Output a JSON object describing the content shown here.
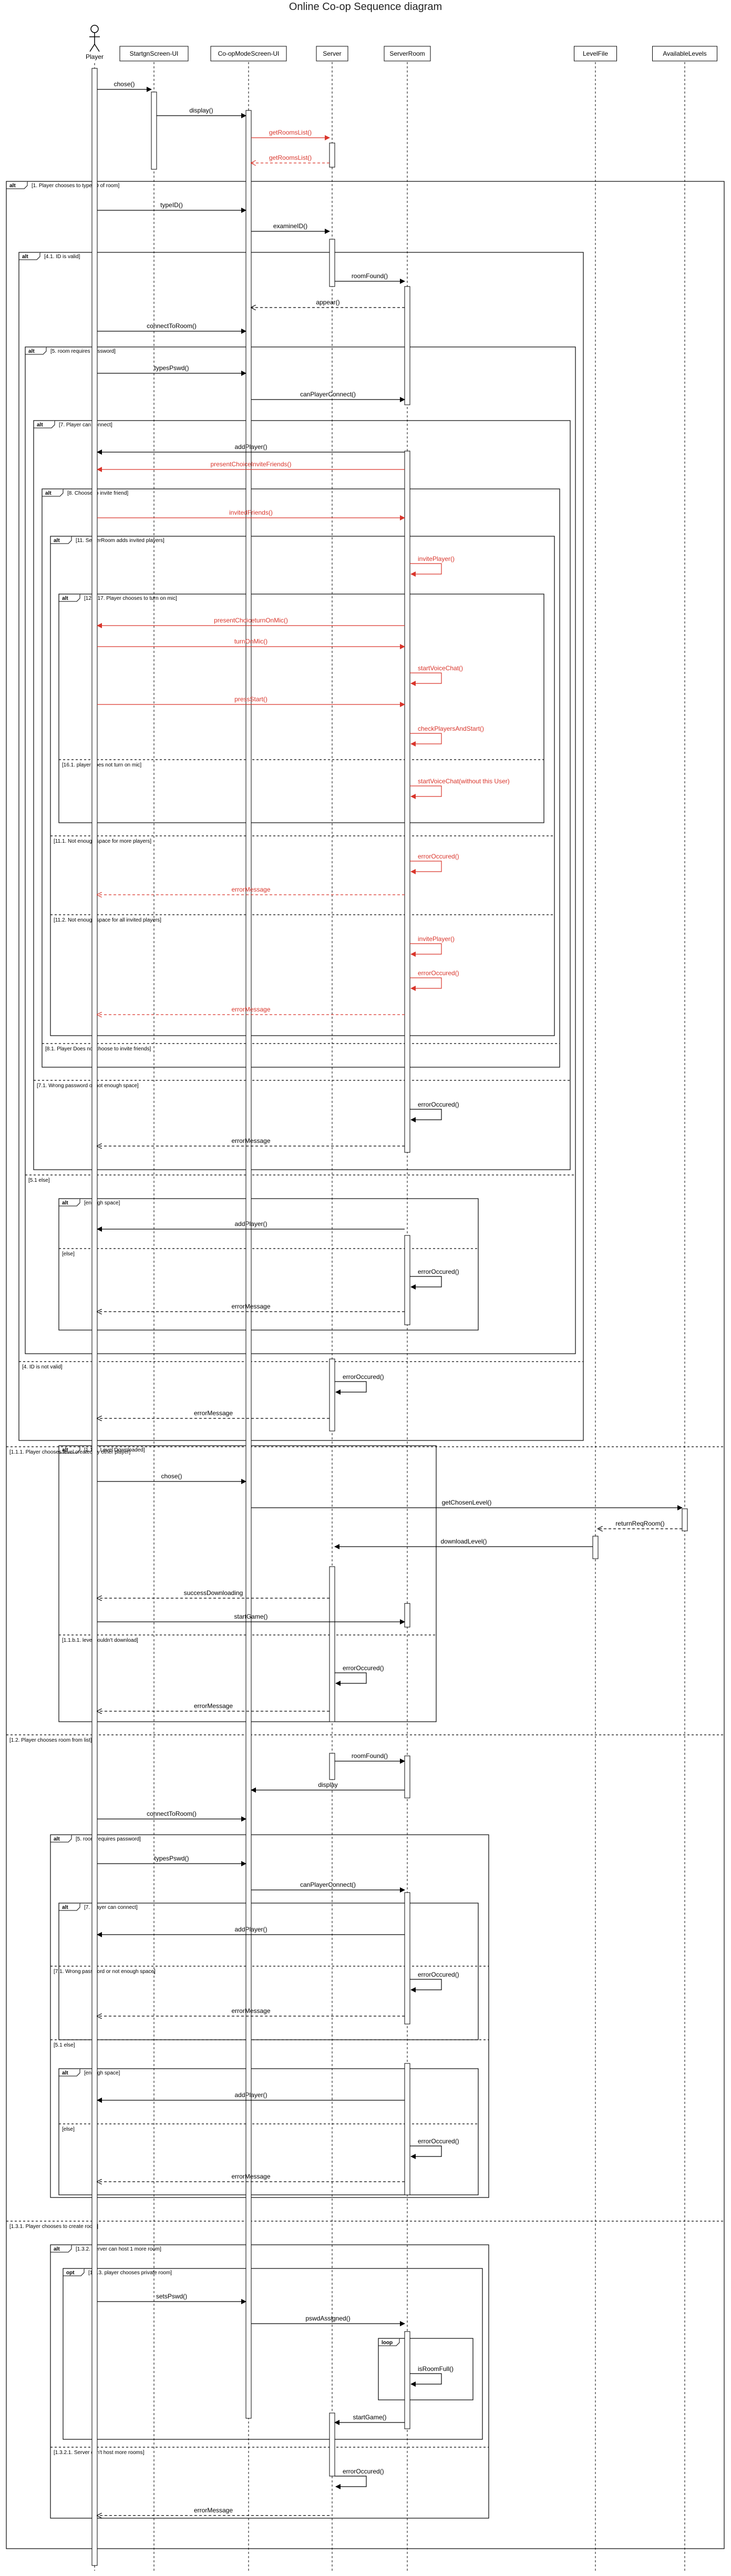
{
  "title": "Online Co-op Sequence diagram",
  "colors": {
    "line": "#000000",
    "accent": "#d9352b",
    "background": "#ffffff"
  },
  "participants": [
    {
      "id": "player",
      "label": "Player",
      "kind": "actor"
    },
    {
      "id": "start",
      "label": "StartgnScreen-UI",
      "kind": "box"
    },
    {
      "id": "coop",
      "label": "Co-opModeScreen-UI",
      "kind": "box"
    },
    {
      "id": "server",
      "label": "Server",
      "kind": "box"
    },
    {
      "id": "room",
      "label": "ServerRoom",
      "kind": "box"
    },
    {
      "id": "level",
      "label": "LevelFile",
      "kind": "box"
    },
    {
      "id": "avail",
      "label": "AvailableLevels",
      "kind": "box"
    }
  ],
  "messages": [
    {
      "label": "chose()",
      "from": "player",
      "to": "start"
    },
    {
      "label": "display()",
      "from": "start",
      "to": "coop"
    },
    {
      "label": "getRoomsList()",
      "from": "coop",
      "to": "server",
      "accent": true
    },
    {
      "label": "getRoomsList()",
      "from": "server",
      "to": "coop",
      "accent": true,
      "reply": true
    },
    {
      "label": "typeID()",
      "from": "player",
      "to": "coop"
    },
    {
      "label": "examineID()",
      "from": "coop",
      "to": "server"
    },
    {
      "label": "roomFound()",
      "from": "server",
      "to": "room"
    },
    {
      "label": "appear()",
      "from": "room",
      "to": "coop",
      "reply": true
    },
    {
      "label": "connectToRoom()",
      "from": "player",
      "to": "coop"
    },
    {
      "label": "typesPswd()",
      "from": "player",
      "to": "coop"
    },
    {
      "label": "canPlayerConnect()",
      "from": "coop",
      "to": "room"
    },
    {
      "label": "addPlayer()",
      "from": "room",
      "to": "player"
    },
    {
      "label": "presentChoiceInviteFriends()",
      "from": "room",
      "to": "player",
      "accent": true
    },
    {
      "label": "invitedFriends()",
      "from": "player",
      "to": "room",
      "accent": true
    },
    {
      "label": "invitePlayer()",
      "self": "room",
      "accent": true
    },
    {
      "label": "presentChoiceturnOnMic()",
      "from": "room",
      "to": "player",
      "accent": true
    },
    {
      "label": "turnOnMic()",
      "from": "player",
      "to": "room",
      "accent": true
    },
    {
      "label": "startVoiceChat()",
      "self": "room",
      "accent": true
    },
    {
      "label": "pressStart()",
      "from": "player",
      "to": "room",
      "accent": true
    },
    {
      "label": "checkPlayersAndStart()",
      "self": "room",
      "accent": true
    },
    {
      "label": "startVoiceChat(without this User)",
      "self": "room",
      "accent": true
    },
    {
      "label": "errorOccured()",
      "self": "room",
      "accent": true
    },
    {
      "label": "errorMessage",
      "from": "room",
      "to": "player",
      "accent": true,
      "reply": true
    },
    {
      "label": "invitePlayer()",
      "self": "room",
      "accent": true
    },
    {
      "label": "errorOccured()",
      "self": "room",
      "accent": true
    },
    {
      "label": "errorMessage",
      "from": "room",
      "to": "player",
      "accent": true,
      "reply": true
    },
    {
      "label": "errorOccured()",
      "self": "room"
    },
    {
      "label": "errorMessage",
      "from": "room",
      "to": "player",
      "reply": true
    },
    {
      "label": "addPlayer()",
      "from": "room",
      "to": "player"
    },
    {
      "label": "errorOccured()",
      "self": "room"
    },
    {
      "label": "errorMessage",
      "from": "room",
      "to": "player",
      "reply": true
    },
    {
      "label": "errorOccured()",
      "self": "server"
    },
    {
      "label": "errorMessage",
      "from": "server",
      "to": "player",
      "reply": true
    },
    {
      "label": "chose()",
      "from": "player",
      "to": "coop"
    },
    {
      "label": "getChosenLevel()",
      "from": "coop",
      "to": "avail"
    },
    {
      "label": "returnReqRoom()",
      "from": "avail",
      "to": "level",
      "reply": true
    },
    {
      "label": "downloadLevel()",
      "from": "level",
      "to": "server"
    },
    {
      "label": "successDownloading",
      "from": "server",
      "to": "player",
      "reply": true
    },
    {
      "label": "startGame()",
      "from": "player",
      "to": "room"
    },
    {
      "label": "errorOccured()",
      "self": "server"
    },
    {
      "label": "errorMessage",
      "from": "server",
      "to": "player",
      "reply": true
    },
    {
      "label": "roomFound()",
      "from": "server",
      "to": "room"
    },
    {
      "label": "display",
      "from": "room",
      "to": "coop"
    },
    {
      "label": "connectToRoom()",
      "from": "player",
      "to": "coop"
    },
    {
      "label": "typesPswd()",
      "from": "player",
      "to": "coop"
    },
    {
      "label": "canPlayerConnect()",
      "from": "coop",
      "to": "room"
    },
    {
      "label": "addPlayer()",
      "from": "room",
      "to": "player"
    },
    {
      "label": "errorOccured()",
      "self": "room"
    },
    {
      "label": "errorMessage",
      "from": "room",
      "to": "player",
      "reply": true
    },
    {
      "label": "addPlayer()",
      "from": "room",
      "to": "player"
    },
    {
      "label": "errorOccured()",
      "self": "room"
    },
    {
      "label": "errorMessage",
      "from": "room",
      "to": "player",
      "reply": true
    },
    {
      "label": "setsPswd()",
      "from": "player",
      "to": "coop"
    },
    {
      "label": "pswdAssigned()",
      "from": "coop",
      "to": "room"
    },
    {
      "label": "isRoomFull()",
      "self": "room"
    },
    {
      "label": "startGame()",
      "from": "room",
      "to": "server"
    },
    {
      "label": "errorOccured()",
      "self": "server"
    },
    {
      "label": "errorMessage",
      "from": "server",
      "to": "player",
      "reply": true
    }
  ],
  "fragments": [
    {
      "kind": "alt",
      "guard": "[1. Player chooses to type ID of room]"
    },
    {
      "kind": "alt",
      "guard": "[4.1. ID is valid]"
    },
    {
      "kind": "alt",
      "guard": "[5. room requires password]"
    },
    {
      "kind": "alt",
      "guard": "[7. Player can connect]"
    },
    {
      "kind": "alt",
      "guard": "[8. Choose to invite friend]"
    },
    {
      "kind": "alt",
      "guard": "[11. ServerRoom adds invited players]"
    },
    {
      "kind": "alt",
      "guard": "[12. - 17. Player chooses to turn on mic]"
    },
    {
      "kind": "else",
      "guard": "[16.1. player does not turn on mic]"
    },
    {
      "kind": "else",
      "guard": "[11.1. Not enough space for more players]"
    },
    {
      "kind": "else",
      "guard": "[11.2. Not enough space for all invited players]"
    },
    {
      "kind": "else",
      "guard": "[8.1. Player Does not choose to invite friends]"
    },
    {
      "kind": "else",
      "guard": "[7.1. Wrong password or not enough space]"
    },
    {
      "kind": "else",
      "guard": "[5.1 else]"
    },
    {
      "kind": "alt",
      "guard": "[enough space]"
    },
    {
      "kind": "else",
      "guard": "[else]"
    },
    {
      "kind": "else",
      "guard": "[4. ID is not valid]"
    },
    {
      "kind": "else",
      "guard": "[1.1.1. Player chooses level created by other player]"
    },
    {
      "kind": "alt",
      "guard": "[1.1.a. Level Downloaded]"
    },
    {
      "kind": "else",
      "guard": "[1.1.b.1. level couldn't download]"
    },
    {
      "kind": "else",
      "guard": "[1.2. Player chooses room from list]"
    },
    {
      "kind": "alt",
      "guard": "[5. room requires password]"
    },
    {
      "kind": "alt",
      "guard": "[7. Player can connect]"
    },
    {
      "kind": "else",
      "guard": "[7.1. Wrong password or not enough space]"
    },
    {
      "kind": "else",
      "guard": "[5.1 else]"
    },
    {
      "kind": "alt",
      "guard": "[enough space]"
    },
    {
      "kind": "else",
      "guard": "[else]"
    },
    {
      "kind": "else",
      "guard": "[1.3.1. Player chooses to create room]"
    },
    {
      "kind": "alt",
      "guard": "[1.3.2. Server can host 1 more room]"
    },
    {
      "kind": "opt",
      "guard": "[1.3.3. player chooses private room]"
    },
    {
      "kind": "loop",
      "guard": ""
    },
    {
      "kind": "else",
      "guard": "[1.3.2.1. Server can't host more rooms]"
    }
  ]
}
